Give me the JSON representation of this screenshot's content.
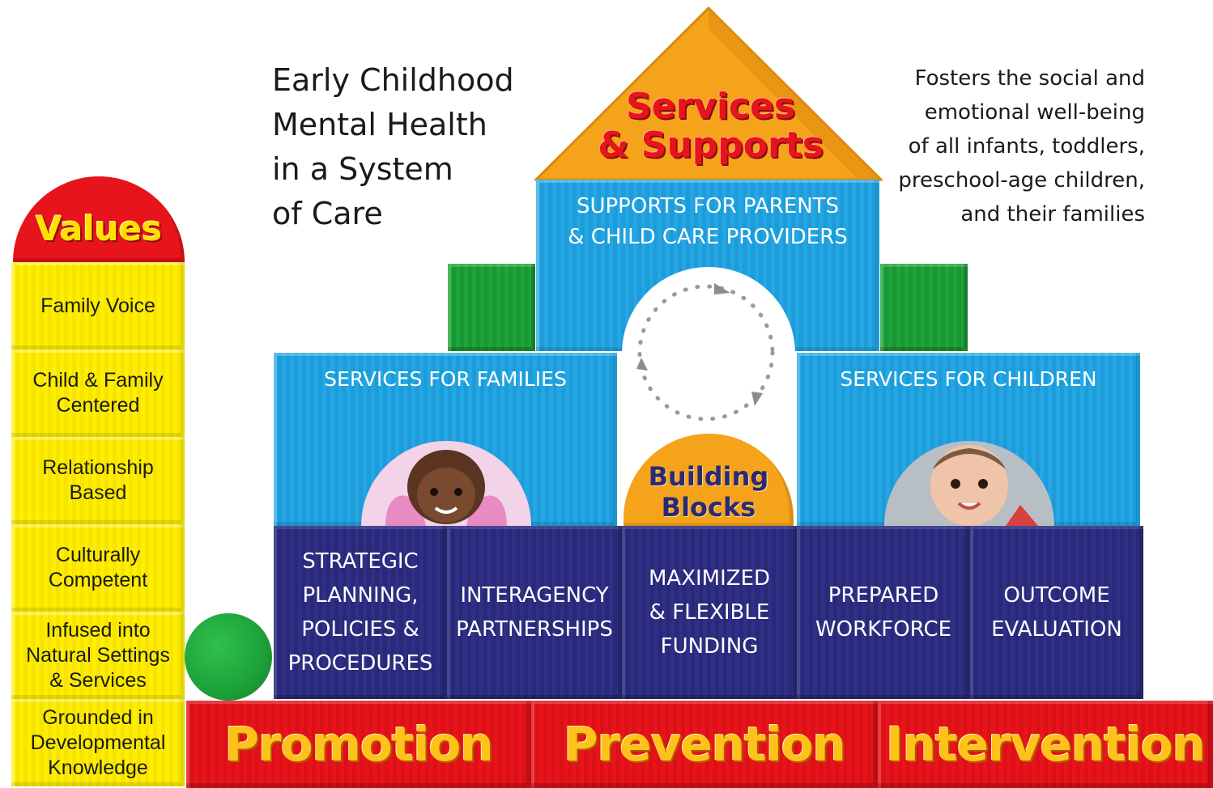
{
  "intro": {
    "lines": [
      "Early Childhood",
      "Mental Health",
      "in a System",
      "of Care"
    ]
  },
  "tagline": {
    "lines": [
      "Fosters the social and",
      "emotional well-being",
      "of all infants, toddlers,",
      "preschool-age children,",
      "and their families"
    ]
  },
  "roof": {
    "line1": "Services",
    "line2": "& Supports"
  },
  "top_block": {
    "line1": "SUPPORTS FOR PARENTS",
    "line2": "& CHILD CARE PROVIDERS"
  },
  "services_families": "SERVICES FOR FAMILIES",
  "services_children": "SERVICES FOR CHILDREN",
  "building_blocks": {
    "line1": "Building",
    "line2": "Blocks"
  },
  "foundation_blocks": [
    {
      "lines": [
        "STRATEGIC",
        "PLANNING,",
        "POLICIES &",
        "PROCEDURES"
      ]
    },
    {
      "lines": [
        "INTERAGENCY",
        "PARTNERSHIPS"
      ]
    },
    {
      "lines": [
        "MAXIMIZED",
        "& FLEXIBLE",
        "FUNDING"
      ]
    },
    {
      "lines": [
        "PREPARED",
        "WORKFORCE"
      ]
    },
    {
      "lines": [
        "OUTCOME",
        "EVALUATION"
      ]
    }
  ],
  "base_blocks": [
    "Promotion",
    "Prevention",
    "Intervention"
  ],
  "values": {
    "title": "Values",
    "items": [
      {
        "lines": [
          "Family Voice"
        ]
      },
      {
        "lines": [
          "Child & Family",
          "Centered"
        ]
      },
      {
        "lines": [
          "Relationship",
          "Based"
        ]
      },
      {
        "lines": [
          "Culturally",
          "Competent"
        ]
      },
      {
        "lines": [
          "Infused into",
          "Natural Settings",
          "& Services"
        ]
      },
      {
        "lines": [
          "Grounded in",
          "Developmental",
          "Knowledge"
        ]
      }
    ]
  },
  "colors": {
    "blue": "#22a7e4",
    "navy": "#2f2f85",
    "yellow": "#ffee00",
    "red": "#e8141b",
    "green": "#1ea43a",
    "orange": "#f5a31a"
  }
}
